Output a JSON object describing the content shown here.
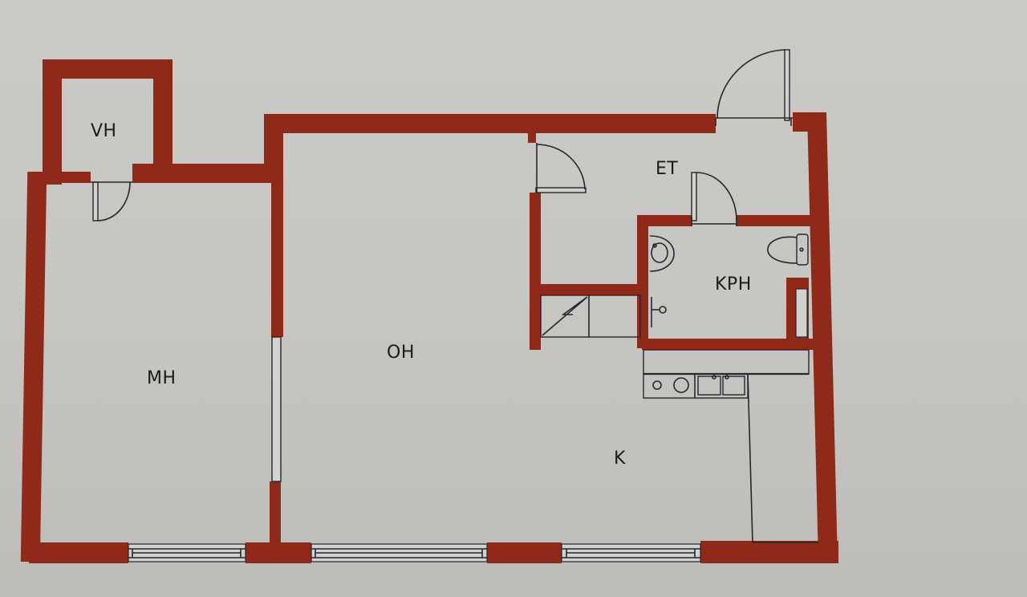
{
  "plan": {
    "wall_color": "#8f2a1a",
    "paper_color": "#c9c8c4",
    "line_color": "#26262e",
    "rooms": {
      "vh": "VH",
      "mh": "MH",
      "oh": "OH",
      "et": "ET",
      "kph": "KPH",
      "k": "K"
    }
  }
}
